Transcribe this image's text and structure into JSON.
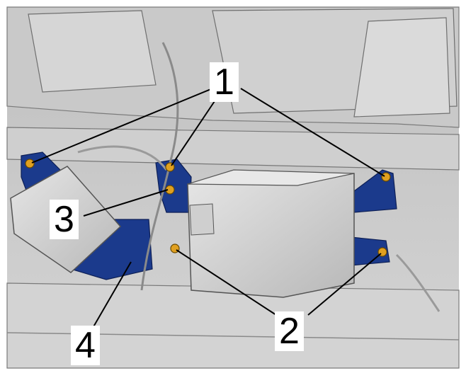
{
  "callouts": {
    "c1": "1",
    "c2": "2",
    "c3": "3",
    "c4": "4"
  },
  "colors": {
    "bracket": "#1b3a8c",
    "fastener": "#e0a020",
    "body": "#c8c8c8",
    "line": "#000000"
  }
}
